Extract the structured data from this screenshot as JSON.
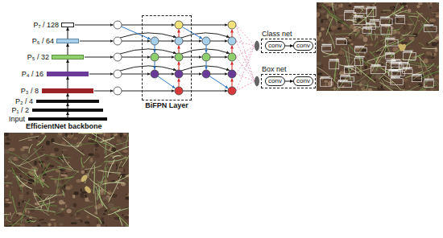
{
  "diagram": {
    "nodes": [
      {
        "text": [
          "P₇ / 128"
        ]
      },
      {
        "text": [
          "P₆ / 64"
        ]
      },
      {
        "text": [
          "P₅ / 32"
        ]
      },
      {
        "text": [
          "P₄ / 16"
        ]
      },
      {
        "text": [
          "P₃ / 8"
        ]
      },
      {
        "text": [
          "P₂ / 4"
        ]
      },
      {
        "text": [
          "P₁ / 2"
        ]
      },
      {
        "text": [
          "Input"
        ]
      },
      {
        "text": [
          "BiFPN Layer"
        ]
      },
      {
        "text": [
          "Class net"
        ]
      },
      {
        "text": [
          "conv"
        ],
        "in": 9
      },
      {
        "text": [
          "conv"
        ],
        "in": 9
      },
      {
        "text": [
          "Box net"
        ]
      },
      {
        "text": [
          "conv"
        ],
        "in": 12
      },
      {
        "text": [
          "conv"
        ],
        "in": 12
      }
    ],
    "edges": [
      {
        "from": 7,
        "to": 6,
        "arrow": "to"
      },
      {
        "from": 6,
        "to": 5,
        "arrow": "to"
      },
      {
        "from": 5,
        "to": 4,
        "arrow": "to"
      },
      {
        "from": 4,
        "to": 3,
        "arrow": "to"
      },
      {
        "from": 3,
        "to": 2,
        "arrow": "to"
      },
      {
        "from": 2,
        "to": 1,
        "arrow": "to"
      },
      {
        "from": 1,
        "to": 0,
        "arrow": "to"
      },
      {
        "from": 10,
        "to": 11,
        "arrow": "to"
      },
      {
        "from": 13,
        "to": 14,
        "arrow": "to"
      }
    ],
    "labels": [
      "EfficientNet backbone"
    ]
  }
}
